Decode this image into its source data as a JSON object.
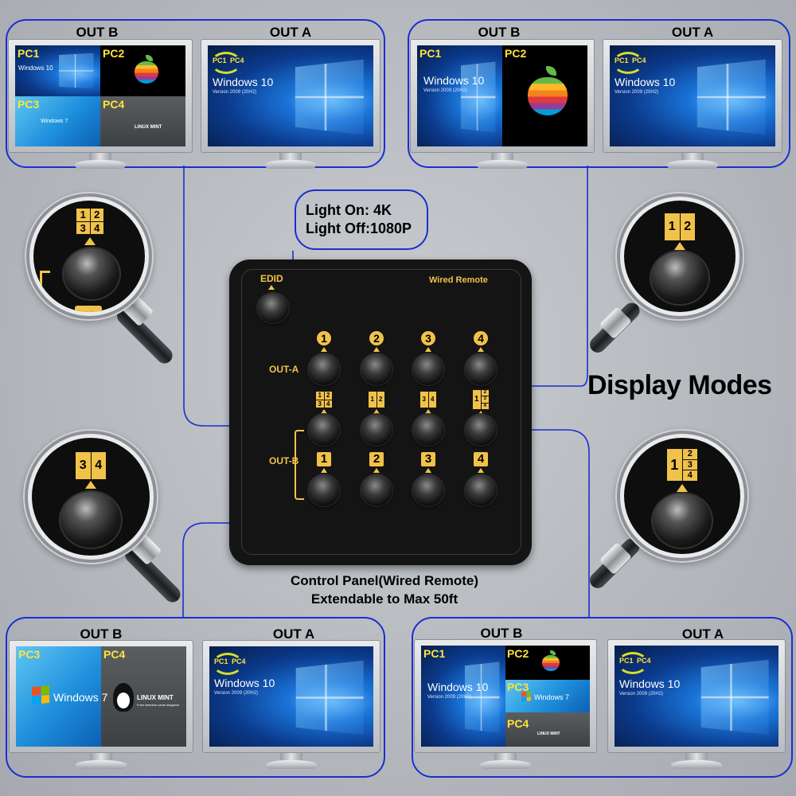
{
  "labels": {
    "out_a": "OUT A",
    "out_b": "OUT B",
    "pc1": "PC1",
    "pc2": "PC2",
    "pc3": "PC3",
    "pc4": "PC4"
  },
  "screens": {
    "win10_title": "Windows 10",
    "win10_version": "Version 2009  (20H2)",
    "win7_title": "Windows 7",
    "linux_title": "LINUX MINT",
    "linux_sub": "From freedom came elegance"
  },
  "callout": {
    "line1": "Light On: 4K",
    "line2": "Light Off:1080P"
  },
  "panel": {
    "edid_label": "EDID",
    "wired_remote_label": "Wired Remote",
    "out_a_row_label": "OUT-A",
    "out_b_row_label": "OUT-B",
    "out_a_numbers": [
      "1",
      "2",
      "3",
      "4"
    ],
    "out_b_numbers": [
      "1",
      "2",
      "3",
      "4"
    ],
    "mode_quad": [
      "1",
      "2",
      "3",
      "4"
    ],
    "mode_side": [
      "1",
      "2"
    ],
    "mode_bottom": [
      "3",
      "4"
    ],
    "mode_pip": [
      "1",
      "2",
      "3",
      "4"
    ]
  },
  "caption": {
    "line1": "Control Panel(Wired Remote)",
    "line2": "Extendable to Max 50ft"
  },
  "heading": "Display Modes",
  "colors": {
    "accent_blue": "#1a2fd0",
    "gold": "#f1c24a",
    "pc_label_yellow": "#ffe23d",
    "panel_black": "#141414"
  }
}
